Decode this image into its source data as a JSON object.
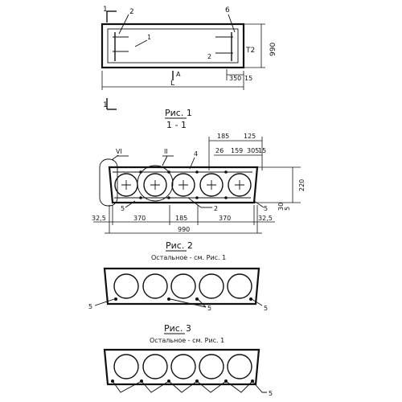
{
  "fig1": {
    "caption": "Рис. 1",
    "section_title": "1 - 1",
    "section_mark_top": "1",
    "section_mark_bottom": "1",
    "callout_2": "2",
    "callout_6": "6",
    "callout_1": "1",
    "callout_2_inner": "2",
    "view_label": "A",
    "dim_height": "990",
    "dim_t2": "T2",
    "dim_350": "350",
    "dim_15": "15",
    "dim_length": "L"
  },
  "fig_section": {
    "callout_VI": "VI",
    "callout_II": "II",
    "callout_4": "4",
    "callout_2": "2",
    "callout_5_left": "5",
    "callout_5_right": "5",
    "dim_185_top": "185",
    "dim_125": "125",
    "dim_26": "26",
    "dim_159": "159",
    "dim_305": "305",
    "dim_15": "15",
    "dim_220": "220",
    "dim_30": "30",
    "dim_5": "5",
    "dim_32_5_left": "32,5",
    "dim_370_left": "370",
    "dim_185_mid": "185",
    "dim_370_right": "370",
    "dim_32_5_right": "32,5",
    "dim_990": "990"
  },
  "fig2": {
    "caption": "Рис. 2",
    "note": "Остальное - см. Рис. 1",
    "callout_5_left": "5",
    "callout_5_mid": "5",
    "callout_5_right": "5"
  },
  "fig3": {
    "caption": "Рис. 3",
    "note": "Остальное - см. Рис. 1",
    "callout_5": "5"
  }
}
